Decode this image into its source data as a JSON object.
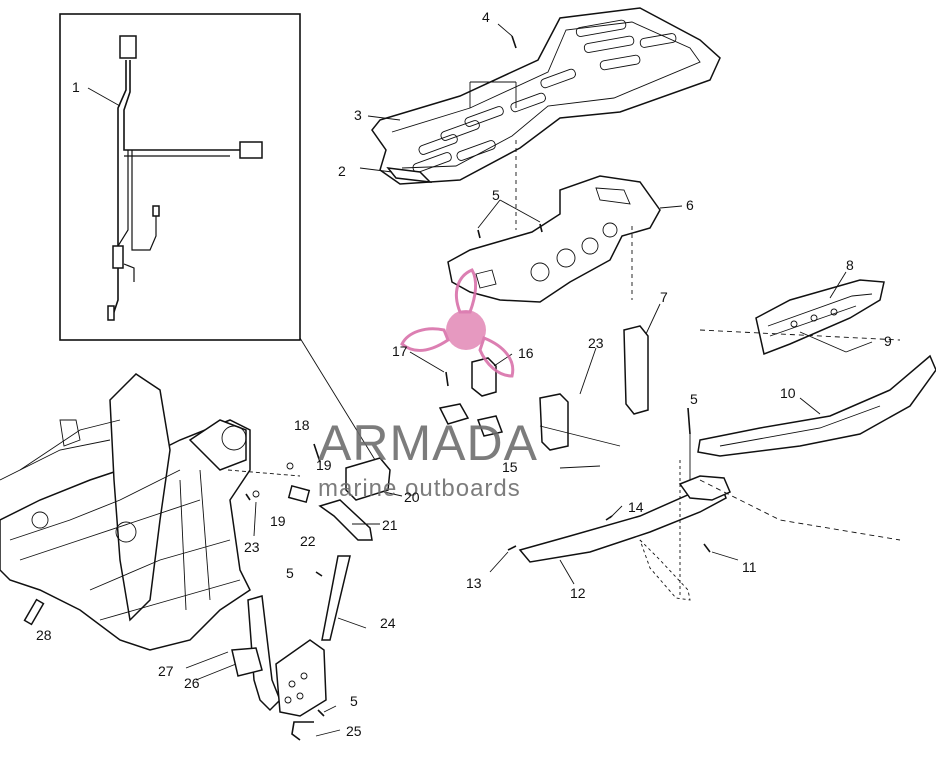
{
  "labels": [
    {
      "id": "1",
      "text": "1"
    },
    {
      "id": "2",
      "text": "2"
    },
    {
      "id": "3",
      "text": "3"
    },
    {
      "id": "4",
      "text": "4"
    },
    {
      "id": "5a",
      "text": "5"
    },
    {
      "id": "6",
      "text": "6"
    },
    {
      "id": "7",
      "text": "7"
    },
    {
      "id": "8",
      "text": "8"
    },
    {
      "id": "9",
      "text": "9"
    },
    {
      "id": "10",
      "text": "10"
    },
    {
      "id": "11",
      "text": "11"
    },
    {
      "id": "12",
      "text": "12"
    },
    {
      "id": "13",
      "text": "13"
    },
    {
      "id": "14",
      "text": "14"
    },
    {
      "id": "15",
      "text": "15"
    },
    {
      "id": "16",
      "text": "16"
    },
    {
      "id": "17",
      "text": "17"
    },
    {
      "id": "18",
      "text": "18"
    },
    {
      "id": "19a",
      "text": "19"
    },
    {
      "id": "19b",
      "text": "19"
    },
    {
      "id": "20",
      "text": "20"
    },
    {
      "id": "21",
      "text": "21"
    },
    {
      "id": "22",
      "text": "22"
    },
    {
      "id": "23a",
      "text": "23"
    },
    {
      "id": "23b",
      "text": "23"
    },
    {
      "id": "24",
      "text": "24"
    },
    {
      "id": "25",
      "text": "25"
    },
    {
      "id": "26",
      "text": "26"
    },
    {
      "id": "27",
      "text": "27"
    },
    {
      "id": "28",
      "text": "28"
    },
    {
      "id": "5b",
      "text": "5"
    },
    {
      "id": "5c",
      "text": "5"
    },
    {
      "id": "5d",
      "text": "5"
    }
  ],
  "watermark": {
    "brand": "ARMADA",
    "tagline": "marine outboards",
    "logo_icon": "propeller-icon",
    "colors": {
      "brand_text": "#6b6b6b",
      "logo": "#e38bb8",
      "logo_dark": "#d86ea8"
    }
  }
}
